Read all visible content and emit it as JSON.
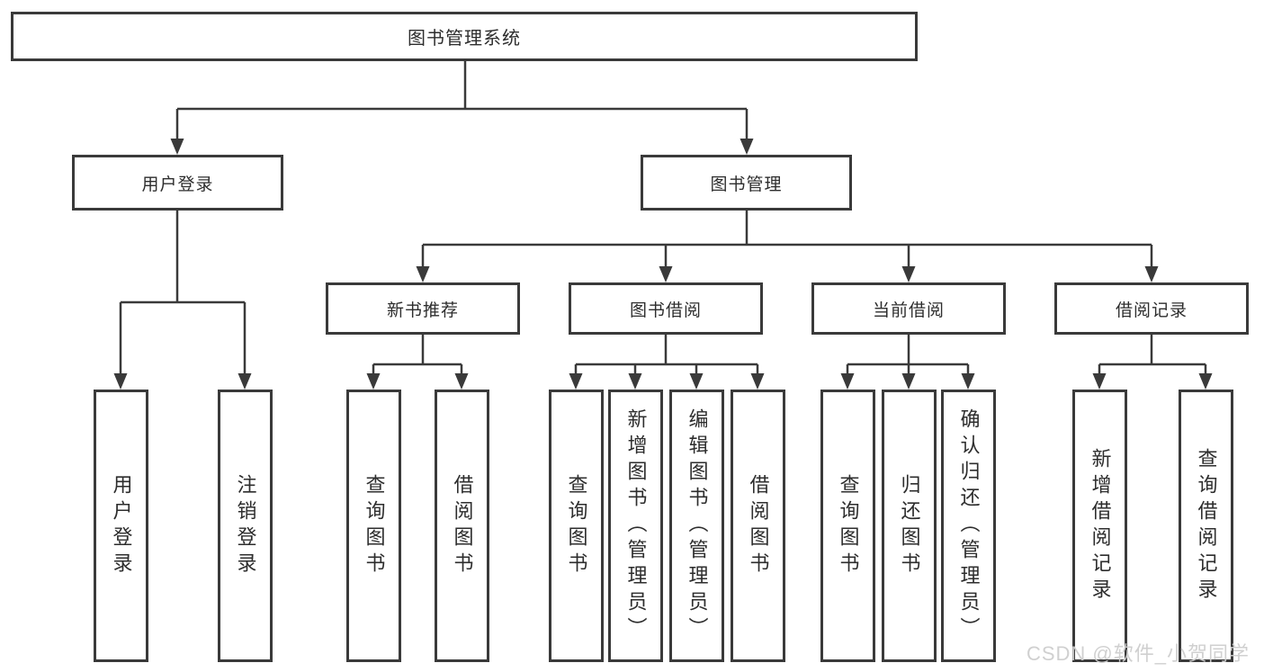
{
  "nodes": {
    "root": "图书管理系统",
    "user_login": "用户登录",
    "book_management": "图书管理",
    "new_book_recommend": "新书推荐",
    "book_borrow": "图书借阅",
    "current_borrow": "当前借阅",
    "borrow_record": "借阅记录"
  },
  "leaves": {
    "user_login": [
      "用户登录",
      "注销登录"
    ],
    "new_book_recommend": [
      "查询图书",
      "借阅图书"
    ],
    "book_borrow": [
      "查询图书",
      "新增图书（管理员）",
      "编辑图书（管理员）",
      "借阅图书"
    ],
    "current_borrow": [
      "查询图书",
      "归还图书",
      "确认归还（管理员）"
    ],
    "borrow_record": [
      "新增借阅记录",
      "查询借阅记录"
    ]
  },
  "watermark": "CSDN @软件_小贺同学",
  "colors": {
    "line": "#3a3a3a",
    "text": "#2d2d2d",
    "background": "#ffffff",
    "watermark": "#cccccc"
  }
}
